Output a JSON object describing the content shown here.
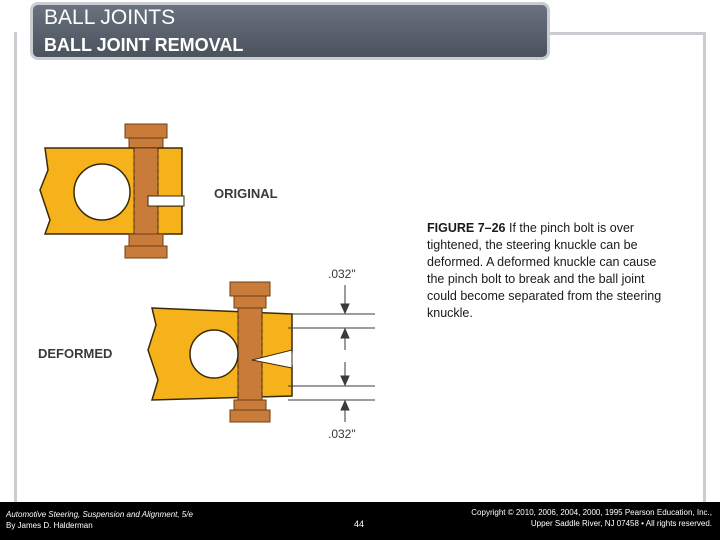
{
  "title": {
    "main": "BALL JOINTS",
    "sub": "BALL JOINT REMOVAL"
  },
  "figure": {
    "label_original": "ORIGINAL",
    "label_deformed": "DEFORMED",
    "dim_top": ".032\"",
    "dim_bottom": ".032\""
  },
  "caption": {
    "number": "FIGURE 7–26",
    "text": " If the pinch bolt is over tightened, the steering knuckle can be deformed. A deformed knuckle can cause the pinch bolt to break and the ball joint could become separated from the steering knuckle."
  },
  "footer": {
    "book_line1": "Automotive Steering, Suspension and Alignment, 5/e",
    "book_line2": "By James D. Halderman",
    "page": "44",
    "copyright_line1": "Copyright © 2010, 2006, 2004, 2000, 1995 Pearson Education, Inc.,",
    "copyright_line2": "Upper Saddle River, NJ 07458 • All rights reserved."
  },
  "colors": {
    "knuckle": "#f5b21b",
    "bolt": "#c97b3a",
    "title_bar": "#555d66",
    "footer": "#000000"
  }
}
